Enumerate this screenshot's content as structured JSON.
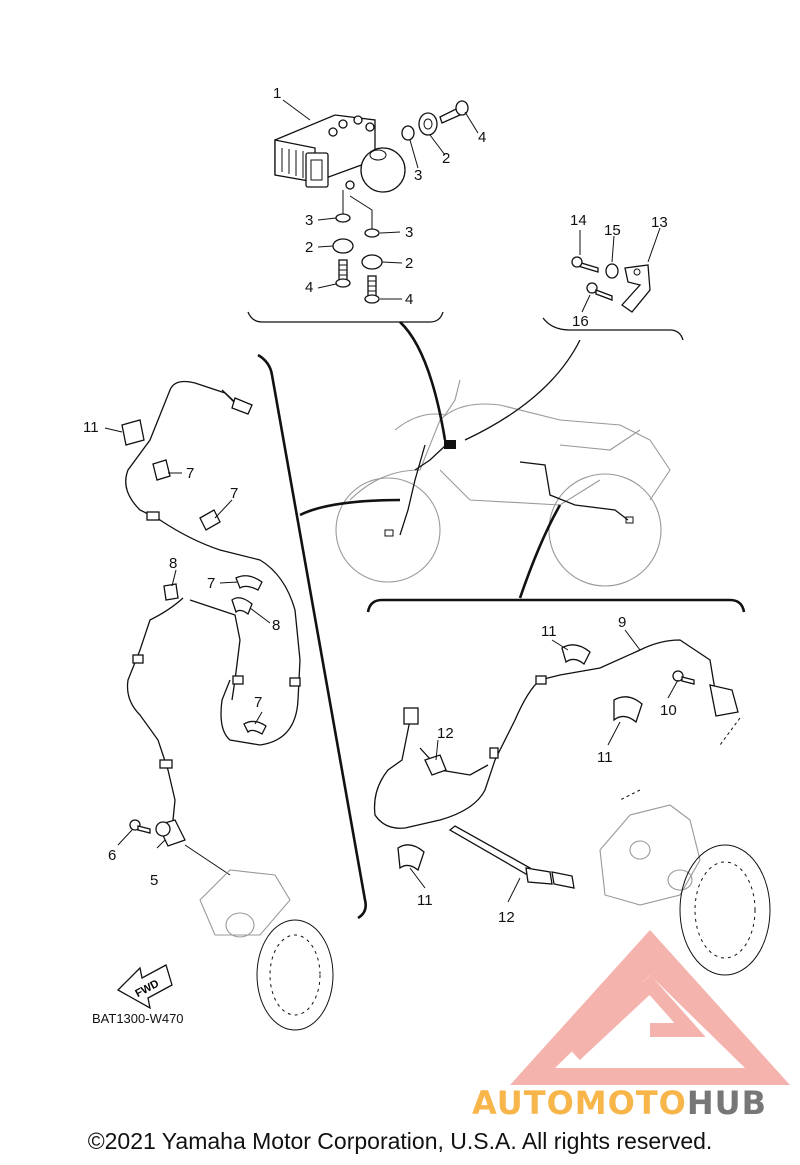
{
  "diagram": {
    "callouts": {
      "c1": "1",
      "c2a": "2",
      "c2b": "2",
      "c2c": "2",
      "c3a": "3",
      "c3b": "3",
      "c3c": "3",
      "c4a": "4",
      "c4b": "4",
      "c4c": "4",
      "c5": "5",
      "c6": "6",
      "c7a": "7",
      "c7b": "7",
      "c7c": "7",
      "c7d": "7",
      "c8a": "8",
      "c8b": "8",
      "c9": "9",
      "c10": "10",
      "c11a": "11",
      "c11b": "11",
      "c11c": "11",
      "c11d": "11",
      "c12a": "12",
      "c12b": "12",
      "c13": "13",
      "c14": "14",
      "c15": "15",
      "c16": "16"
    },
    "fwd_label": "FWD",
    "drawing_code": "BAT1300-W470",
    "copyright": "©2021 Yamaha Motor Corporation, U.S.A. All rights reserved."
  },
  "watermark": {
    "prefix": "AUTOMOTO",
    "suffix": "HUB",
    "color_primary": "#f4a6a0",
    "color_secondary": "#777777",
    "color_accent": "#f7b54a"
  }
}
